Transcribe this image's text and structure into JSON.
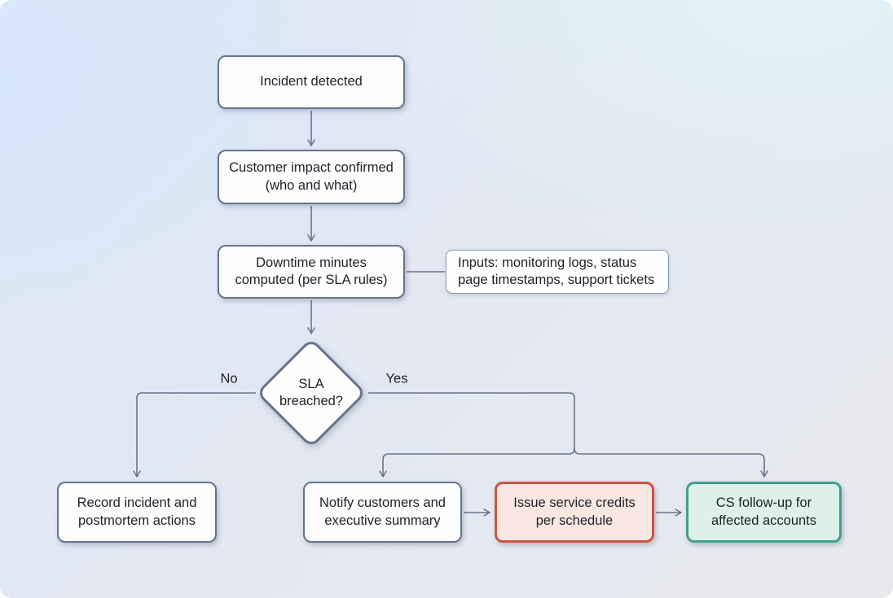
{
  "nodes": {
    "incident": {
      "label": "Incident detected"
    },
    "impact": {
      "label": "Customer impact confirmed\n(who and what)"
    },
    "downtime": {
      "label": "Downtime minutes\ncomputed (per SLA rules)"
    },
    "inputs_note": {
      "label": "Inputs: monitoring logs, status\npage timestamps, support tickets"
    },
    "decision": {
      "label": "SLA\nbreached?"
    },
    "record": {
      "label": "Record incident and\npostmortem actions"
    },
    "notify": {
      "label": "Notify customers and\nexecutive summary"
    },
    "credits": {
      "label": "Issue service credits\nper schedule"
    },
    "followup": {
      "label": "CS follow-up for\naffected accounts"
    }
  },
  "edges": {
    "no_label": "No",
    "yes_label": "Yes"
  },
  "colors": {
    "node_border": "#64748b",
    "node_fill": "#fdfdfe",
    "credits_border": "#cb5340",
    "credits_fill": "#fbe7e1",
    "followup_border": "#3fa08c",
    "followup_fill": "#ddf0ea",
    "connector": "#66758a",
    "text": "#1d2129"
  }
}
